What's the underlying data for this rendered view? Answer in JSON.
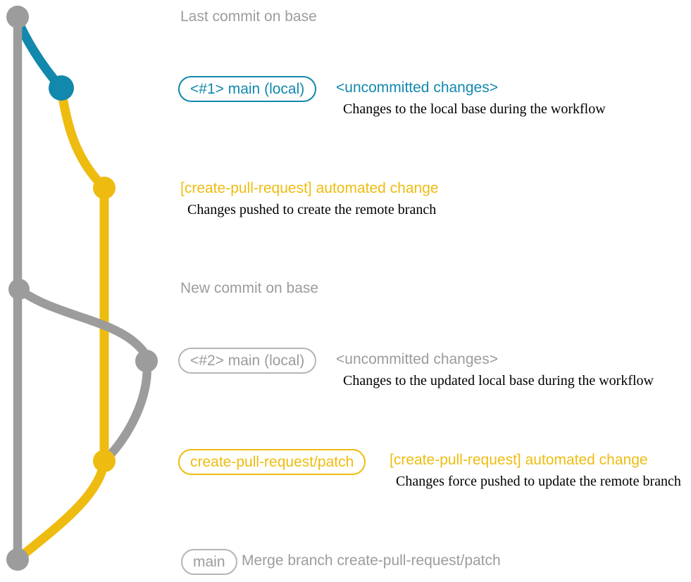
{
  "colors": {
    "blue": "#1288ad",
    "yellow": "#eebc10",
    "gray": "#9c9c9c",
    "gray_border": "#b5b5b5",
    "ink": "#000000",
    "background": "#ffffff"
  },
  "annotations": {
    "last_commit": {
      "title": "Last commit on base"
    },
    "main1": {
      "badge": "<#1> main (local)",
      "note": "<uncommitted changes>",
      "desc": "Changes to the local base during the workflow"
    },
    "auto_change1": {
      "title": "[create-pull-request] automated change",
      "desc": "Changes pushed to create the remote branch"
    },
    "new_commit": {
      "title": "New commit on base"
    },
    "main2": {
      "badge": "<#2> main (local)",
      "note": "<uncommitted changes>",
      "desc": "Changes to the updated local base during the workflow"
    },
    "patch": {
      "badge": "create-pull-request/patch",
      "note": "[create-pull-request] automated change",
      "desc": "Changes force pushed to update the remote branch"
    },
    "merge": {
      "badge": "main",
      "note": "Merge branch create-pull-request/patch"
    }
  },
  "graph": {
    "commits": [
      {
        "id": "base-tip",
        "branch": "base",
        "color": "gray"
      },
      {
        "id": "main-local-1",
        "branch": "main (local)",
        "color": "blue"
      },
      {
        "id": "patch-commit-1",
        "branch": "create-pull-request/patch",
        "color": "yellow"
      },
      {
        "id": "base-new-commit",
        "branch": "base",
        "color": "gray"
      },
      {
        "id": "main-local-2",
        "branch": "main (local)",
        "color": "gray"
      },
      {
        "id": "patch-commit-2",
        "branch": "create-pull-request/patch",
        "color": "yellow"
      },
      {
        "id": "merge-commit",
        "branch": "base",
        "color": "gray"
      }
    ]
  }
}
